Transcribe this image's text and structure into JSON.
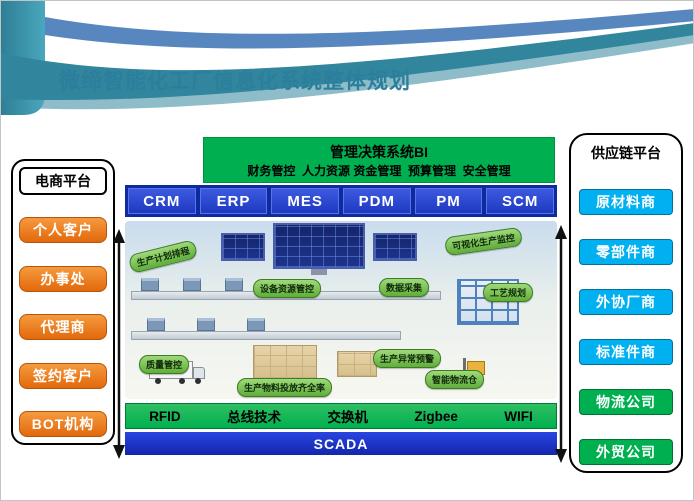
{
  "title": "微缔智能化工厂信息化系统整体规划",
  "bi": {
    "title": "管理决策系统BI",
    "subtitle": "财务管控  人力资源 资金管理  预算管理  安全管理"
  },
  "systems": [
    "CRM",
    "ERP",
    "MES",
    "PDM",
    "PM",
    "SCM"
  ],
  "ecommerce": {
    "header": "电商平台",
    "items": [
      "个人客户",
      "办事处",
      "代理商",
      "签约客户",
      "BOT机构"
    ]
  },
  "supply_chain": {
    "header": "供应链平台",
    "items": [
      {
        "label": "原材料商",
        "color": "#00b0f0"
      },
      {
        "label": "零部件商",
        "color": "#00b0f0"
      },
      {
        "label": "外协厂商",
        "color": "#00b0f0"
      },
      {
        "label": "标准件商",
        "color": "#00b0f0"
      },
      {
        "label": "物流公司",
        "color": "#00b050"
      },
      {
        "label": "外贸公司",
        "color": "#00b050"
      }
    ]
  },
  "factory_callouts": [
    "生产计划排程",
    "设备资源管控",
    "数据采集",
    "可视化生产监控",
    "工艺规划",
    "质量管控",
    "生产异常预警",
    "生产物料投放齐全率",
    "智能物流仓"
  ],
  "network": [
    "RFID",
    "总线技术",
    "交换机",
    "Zigbee",
    "WIFI"
  ],
  "scada": "SCADA",
  "colors": {
    "title_teal": "#2c7f9c",
    "green": "#00b050",
    "cyan": "#00b0f0",
    "orange": "#e8650d",
    "blue": "#1e32c8"
  }
}
